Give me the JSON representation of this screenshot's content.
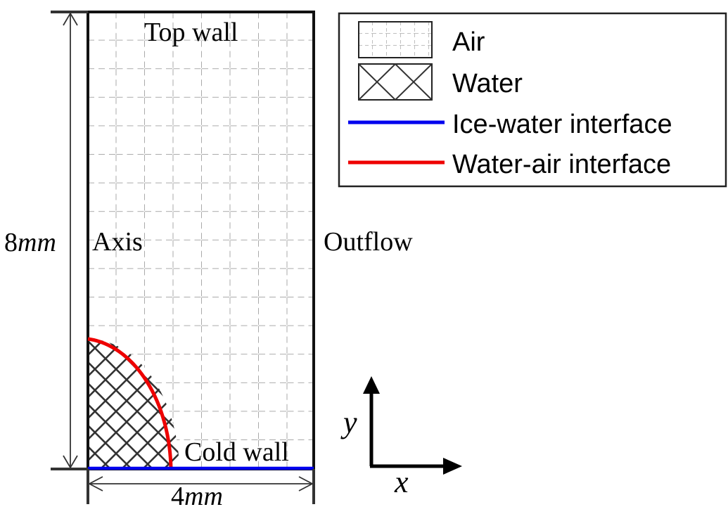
{
  "domain_labels": {
    "top": "Top wall",
    "left": "Axis",
    "right": "Outflow",
    "bottom": "Cold wall"
  },
  "dimensions": {
    "height_num": "8",
    "height_unit": "mm",
    "width_num": "4",
    "width_unit": "mm"
  },
  "axes": {
    "x": "x",
    "y": "y"
  },
  "legend": {
    "air": "Air",
    "water": "Water",
    "ice_water": "Ice-water interface",
    "water_air": "Water-air interface"
  },
  "colors": {
    "ice_water_interface": "#0000ee",
    "water_air_interface": "#ee0000",
    "air_grid": "#aaaaaa",
    "water_hatch": "#333333",
    "outline": "#111111"
  }
}
